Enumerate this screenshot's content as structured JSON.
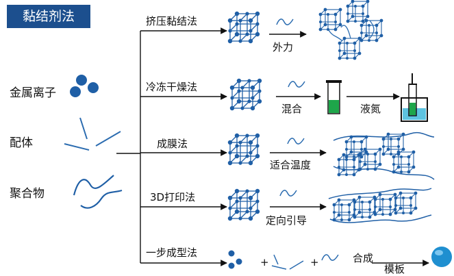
{
  "title": "黏结剂法",
  "components": {
    "metal_ions": "金属离子",
    "ligand": "配体",
    "polymer": "聚合物"
  },
  "methods": [
    {
      "name": "挤压黏结法",
      "step1": "外力"
    },
    {
      "name": "冷冻干燥法",
      "step1": "混合",
      "step2": "液氮"
    },
    {
      "name": "成膜法",
      "step1": "适合温度"
    },
    {
      "name": "3D打印法",
      "step1": "定向引导"
    },
    {
      "name": "一步成型法",
      "plus": "+",
      "step1": "合成",
      "step2": "模板"
    }
  ],
  "colors": {
    "title_bg": "#1c4f8e",
    "node_blue": "#1f5fa6",
    "line_blue": "#2b6cb0",
    "tube_green": "#1ea64a",
    "tube_cyan": "#5ec3e0"
  }
}
